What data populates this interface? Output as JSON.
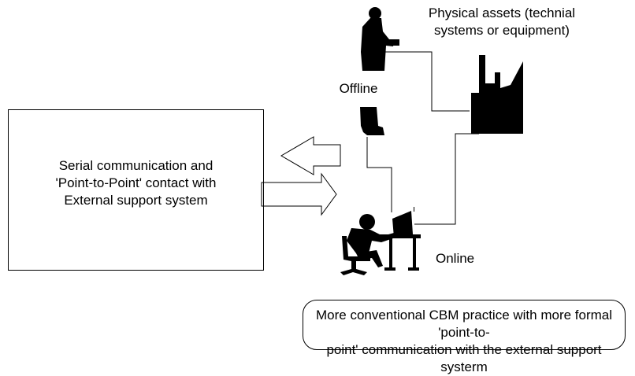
{
  "support_box": {
    "lines": [
      "Serial communication and",
      "'Point-to-Point' contact with",
      "External support system"
    ]
  },
  "assets_label": {
    "lines": [
      "Physical assets (technial",
      "systems or equipment)"
    ]
  },
  "offline_label": "Offline",
  "online_label": "Online",
  "note": {
    "lines": [
      "More conventional CBM practice with more formal 'point-to-",
      "point' communication with the external support systerm"
    ]
  },
  "icons": {
    "offline_person": "standing-person-icon",
    "factory": "factory-icon",
    "online_person": "person-at-computer-icon"
  },
  "colors": {
    "stroke": "#000000",
    "fill": "#000000",
    "background": "#ffffff"
  }
}
